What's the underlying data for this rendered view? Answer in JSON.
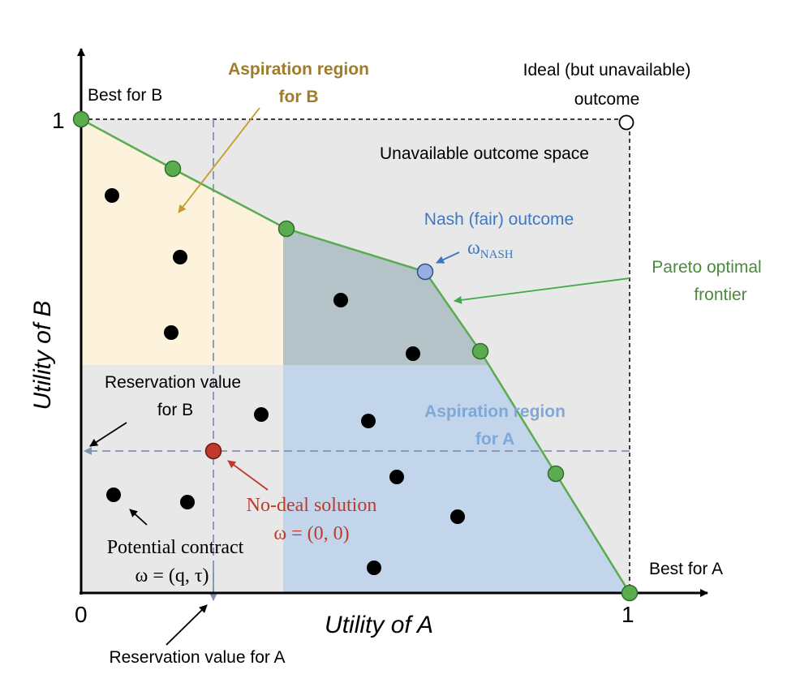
{
  "axes": {
    "x_title": "Utility of A",
    "y_title": "Utility of B",
    "x_tick_min": "0",
    "x_tick_max": "1",
    "y_tick_max": "1"
  },
  "labels": {
    "best_for_b": "Best for B",
    "best_for_a": "Best for A",
    "ideal_line1": "Ideal (but unavailable)",
    "ideal_line2": "outcome",
    "unavailable_space": "Unavailable outcome space",
    "aspiration_b_line1": "Aspiration region",
    "aspiration_b_line2": "for B",
    "aspiration_a_line1": "Aspiration region",
    "aspiration_a_line2": "for A",
    "nash_title": "Nash (fair) outcome",
    "nash_symbol": "ω",
    "nash_subscript": "NASH",
    "pareto_line1": "Pareto optimal",
    "pareto_line2": "frontier",
    "reservation_b_line1": "Reservation value",
    "reservation_b_line2": "for B",
    "reservation_a": "Reservation value for A",
    "no_deal_line1": "No-deal solution",
    "no_deal_line2": "ω = (0, 0)",
    "potential_line1": "Potential contract",
    "potential_line2": "ω = (q, τ)"
  },
  "colors": {
    "pareto": "#5aac4f",
    "aspiration_b_fill": "#fdf3dd",
    "aspiration_a_fill": "#c3d5ea",
    "unavailable_fill": "#e8e8e8",
    "aspiration_b_text": "#a07c28",
    "aspiration_a_text": "#7ea8d8",
    "nash": "#3f78c0",
    "no_deal": "#c0392b",
    "pareto_text": "#4c8a3c"
  }
}
